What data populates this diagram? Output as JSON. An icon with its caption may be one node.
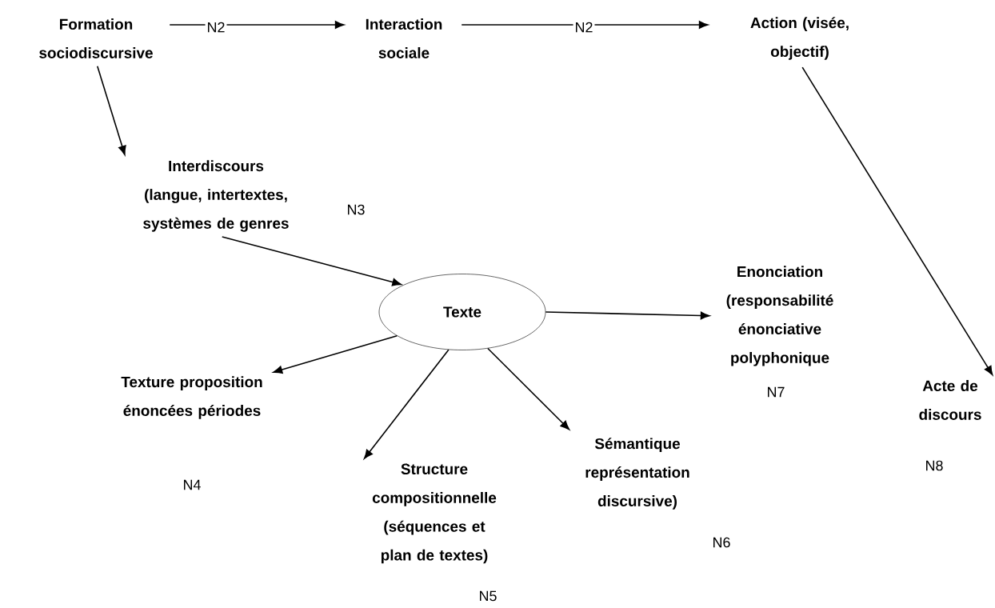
{
  "diagram": {
    "nodes": [
      {
        "text": [
          "Formation sociodiscursive"
        ]
      },
      {
        "text": [
          "Interaction sociale"
        ]
      },
      {
        "text": [
          "Action (visée, objectif)"
        ]
      },
      {
        "text": [
          "Interdiscours (langue, intertextes, systèmes de genres"
        ]
      },
      {
        "text": [
          "Texte"
        ]
      },
      {
        "text": [
          "Enonciation (responsabilité énonciative polyphonique"
        ]
      },
      {
        "text": [
          "Texture proposition énoncées périodes"
        ]
      },
      {
        "text": [
          "Structure compositionnelle (séquences et plan de textes)"
        ]
      },
      {
        "text": [
          "Sémantique représentation discursive)"
        ]
      },
      {
        "text": [
          "Acte de discours"
        ]
      }
    ],
    "edges": [
      {
        "from": 0,
        "to": 1,
        "arrow": "to",
        "label": "N2"
      },
      {
        "from": 1,
        "to": 2,
        "arrow": "to",
        "label": "N2"
      },
      {
        "from": 0,
        "to": 3,
        "arrow": "to"
      },
      {
        "from": 3,
        "to": 4,
        "arrow": "to"
      },
      {
        "from": 4,
        "to": 5,
        "arrow": "to"
      },
      {
        "from": 4,
        "to": 6,
        "arrow": "to"
      },
      {
        "from": 4,
        "to": 7,
        "arrow": "to"
      },
      {
        "from": 4,
        "to": 8,
        "arrow": "to"
      },
      {
        "from": 2,
        "to": 9,
        "arrow": "to"
      }
    ],
    "labels": [
      "N3",
      "N7",
      "N8",
      "N4",
      "N6",
      "N5"
    ]
  }
}
